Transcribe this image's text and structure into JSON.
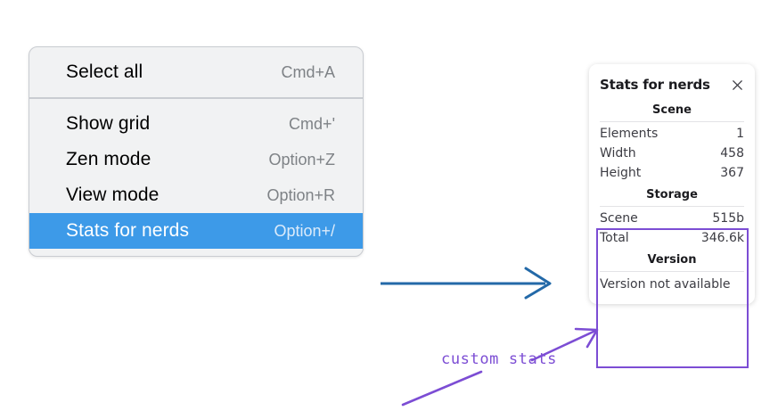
{
  "context_menu": {
    "groups": [
      {
        "items": [
          {
            "label": "Select all",
            "shortcut": "Cmd+A",
            "selected": false
          }
        ]
      },
      {
        "items": [
          {
            "label": "Show grid",
            "shortcut": "Cmd+'",
            "selected": false
          },
          {
            "label": "Zen mode",
            "shortcut": "Option+Z",
            "selected": false
          },
          {
            "label": "View mode",
            "shortcut": "Option+R",
            "selected": false
          },
          {
            "label": "Stats for nerds",
            "shortcut": "Option+/",
            "selected": true
          }
        ]
      }
    ],
    "highlight_color": "#3d9ae8"
  },
  "stats_panel": {
    "title": "Stats for nerds",
    "close_icon": "close-icon",
    "sections": [
      {
        "title": "Scene",
        "rows": [
          {
            "key": "Elements",
            "value": "1"
          },
          {
            "key": "Width",
            "value": "458"
          },
          {
            "key": "Height",
            "value": "367"
          }
        ]
      },
      {
        "title": "Storage",
        "rows": [
          {
            "key": "Scene",
            "value": "515b"
          },
          {
            "key": "Total",
            "value": "346.6k"
          }
        ]
      },
      {
        "title": "Version",
        "text": "Version not available"
      }
    ]
  },
  "annotations": {
    "callout_text": "custom stats",
    "callout_color": "#7c4dd4",
    "flow_arrow_color": "#2369a8"
  }
}
